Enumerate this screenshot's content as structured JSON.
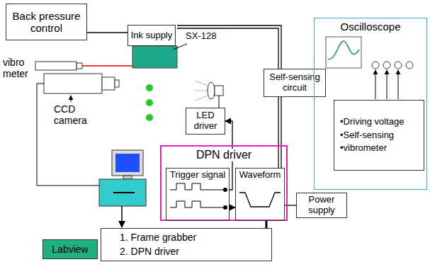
{
  "diagram": {
    "nodes": [
      {
        "text": [
          "Back pressure control"
        ]
      },
      {
        "text": [
          "Ink supply"
        ]
      },
      {
        "text": [
          "LED driver"
        ]
      },
      {
        "text": [
          "Self-sensing circuit"
        ]
      },
      {
        "text": [
          "DPN driver"
        ]
      },
      {
        "text": [
          "Trigger signal"
        ],
        "in": 4
      },
      {
        "text": [
          "Waveform"
        ],
        "in": 4
      },
      {
        "text": [
          "Power supply"
        ]
      },
      {
        "text": [
          "Oscilloscope"
        ]
      },
      {
        "text": [
          "•Driving voltage",
          "•Self-sensing",
          "•vibrometer"
        ],
        "in": 8
      },
      {
        "text": [
          "Labview"
        ]
      },
      {
        "text": [
          "1. Frame grabber",
          "2. DPN driver"
        ]
      }
    ],
    "edges": [
      {
        "from": 0,
        "to": 1,
        "arrow": "none"
      },
      {
        "from": 5,
        "to": 2,
        "arrow": "to"
      },
      {
        "from": 5,
        "to": 6,
        "arrow": "to"
      },
      {
        "from": 6,
        "to": 7,
        "arrow": "none"
      },
      {
        "from": 11,
        "to": 4,
        "arrow": "none"
      }
    ],
    "labels": [
      "SX-128",
      "vibro meter",
      "CCD camera"
    ]
  }
}
